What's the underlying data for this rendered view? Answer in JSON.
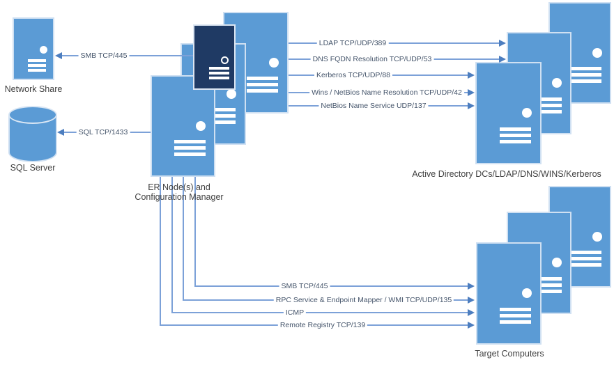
{
  "nodes": {
    "network_share": {
      "caption": "Network Share",
      "icon": "server-icon"
    },
    "sql_server": {
      "caption": "SQL Server",
      "icon": "database-cylinder-icon"
    },
    "er_node": {
      "caption_line1": "ER Node(s) and",
      "caption_line2": "Configuration Manager",
      "icon": "server-stack-icon",
      "server_count": 4
    },
    "active_directory": {
      "caption": "Active Directory DCs/LDAP/DNS/WINS/Kerberos",
      "icon": "server-stack-icon",
      "server_count": 3
    },
    "target_computers": {
      "caption": "Target Computers",
      "icon": "server-stack-icon",
      "server_count": 3
    }
  },
  "connections": [
    {
      "label": "SMB TCP/445",
      "from": "er_node",
      "to": "network_share",
      "direction": "left"
    },
    {
      "label": "SQL TCP/1433",
      "from": "er_node",
      "to": "sql_server",
      "direction": "left"
    },
    {
      "label": "LDAP TCP/UDP/389",
      "from": "er_node",
      "to": "active_directory",
      "direction": "right"
    },
    {
      "label": "DNS FQDN Resolution TCP/UDP/53",
      "from": "er_node",
      "to": "active_directory",
      "direction": "right"
    },
    {
      "label": "Kerberos TCP/UDP/88",
      "from": "er_node",
      "to": "active_directory",
      "direction": "right"
    },
    {
      "label": "Wins / NetBios Name Resolution TCP/UDP/42",
      "from": "er_node",
      "to": "active_directory",
      "direction": "right"
    },
    {
      "label": "NetBios Name Service UDP/137",
      "from": "er_node",
      "to": "active_directory",
      "direction": "right"
    },
    {
      "label": "SMB TCP/445",
      "from": "er_node",
      "to": "target_computers",
      "direction": "right"
    },
    {
      "label": "RPC Service & Endpoint Mapper / WMI TCP/UDP/135",
      "from": "er_node",
      "to": "target_computers",
      "direction": "right"
    },
    {
      "label": "ICMP",
      "from": "er_node",
      "to": "target_computers",
      "direction": "right"
    },
    {
      "label": "Remote Registry TCP/139",
      "from": "er_node",
      "to": "target_computers",
      "direction": "right"
    }
  ],
  "colors": {
    "server_fill": "#5B9BD5",
    "server_border": "#CFE0F2",
    "dark_server_fill": "#1F3A64",
    "connector_line": "#7CA1D8",
    "arrowhead": "#4D7EBF",
    "connection_label_text": "#44546A",
    "caption_text": "#404040"
  }
}
